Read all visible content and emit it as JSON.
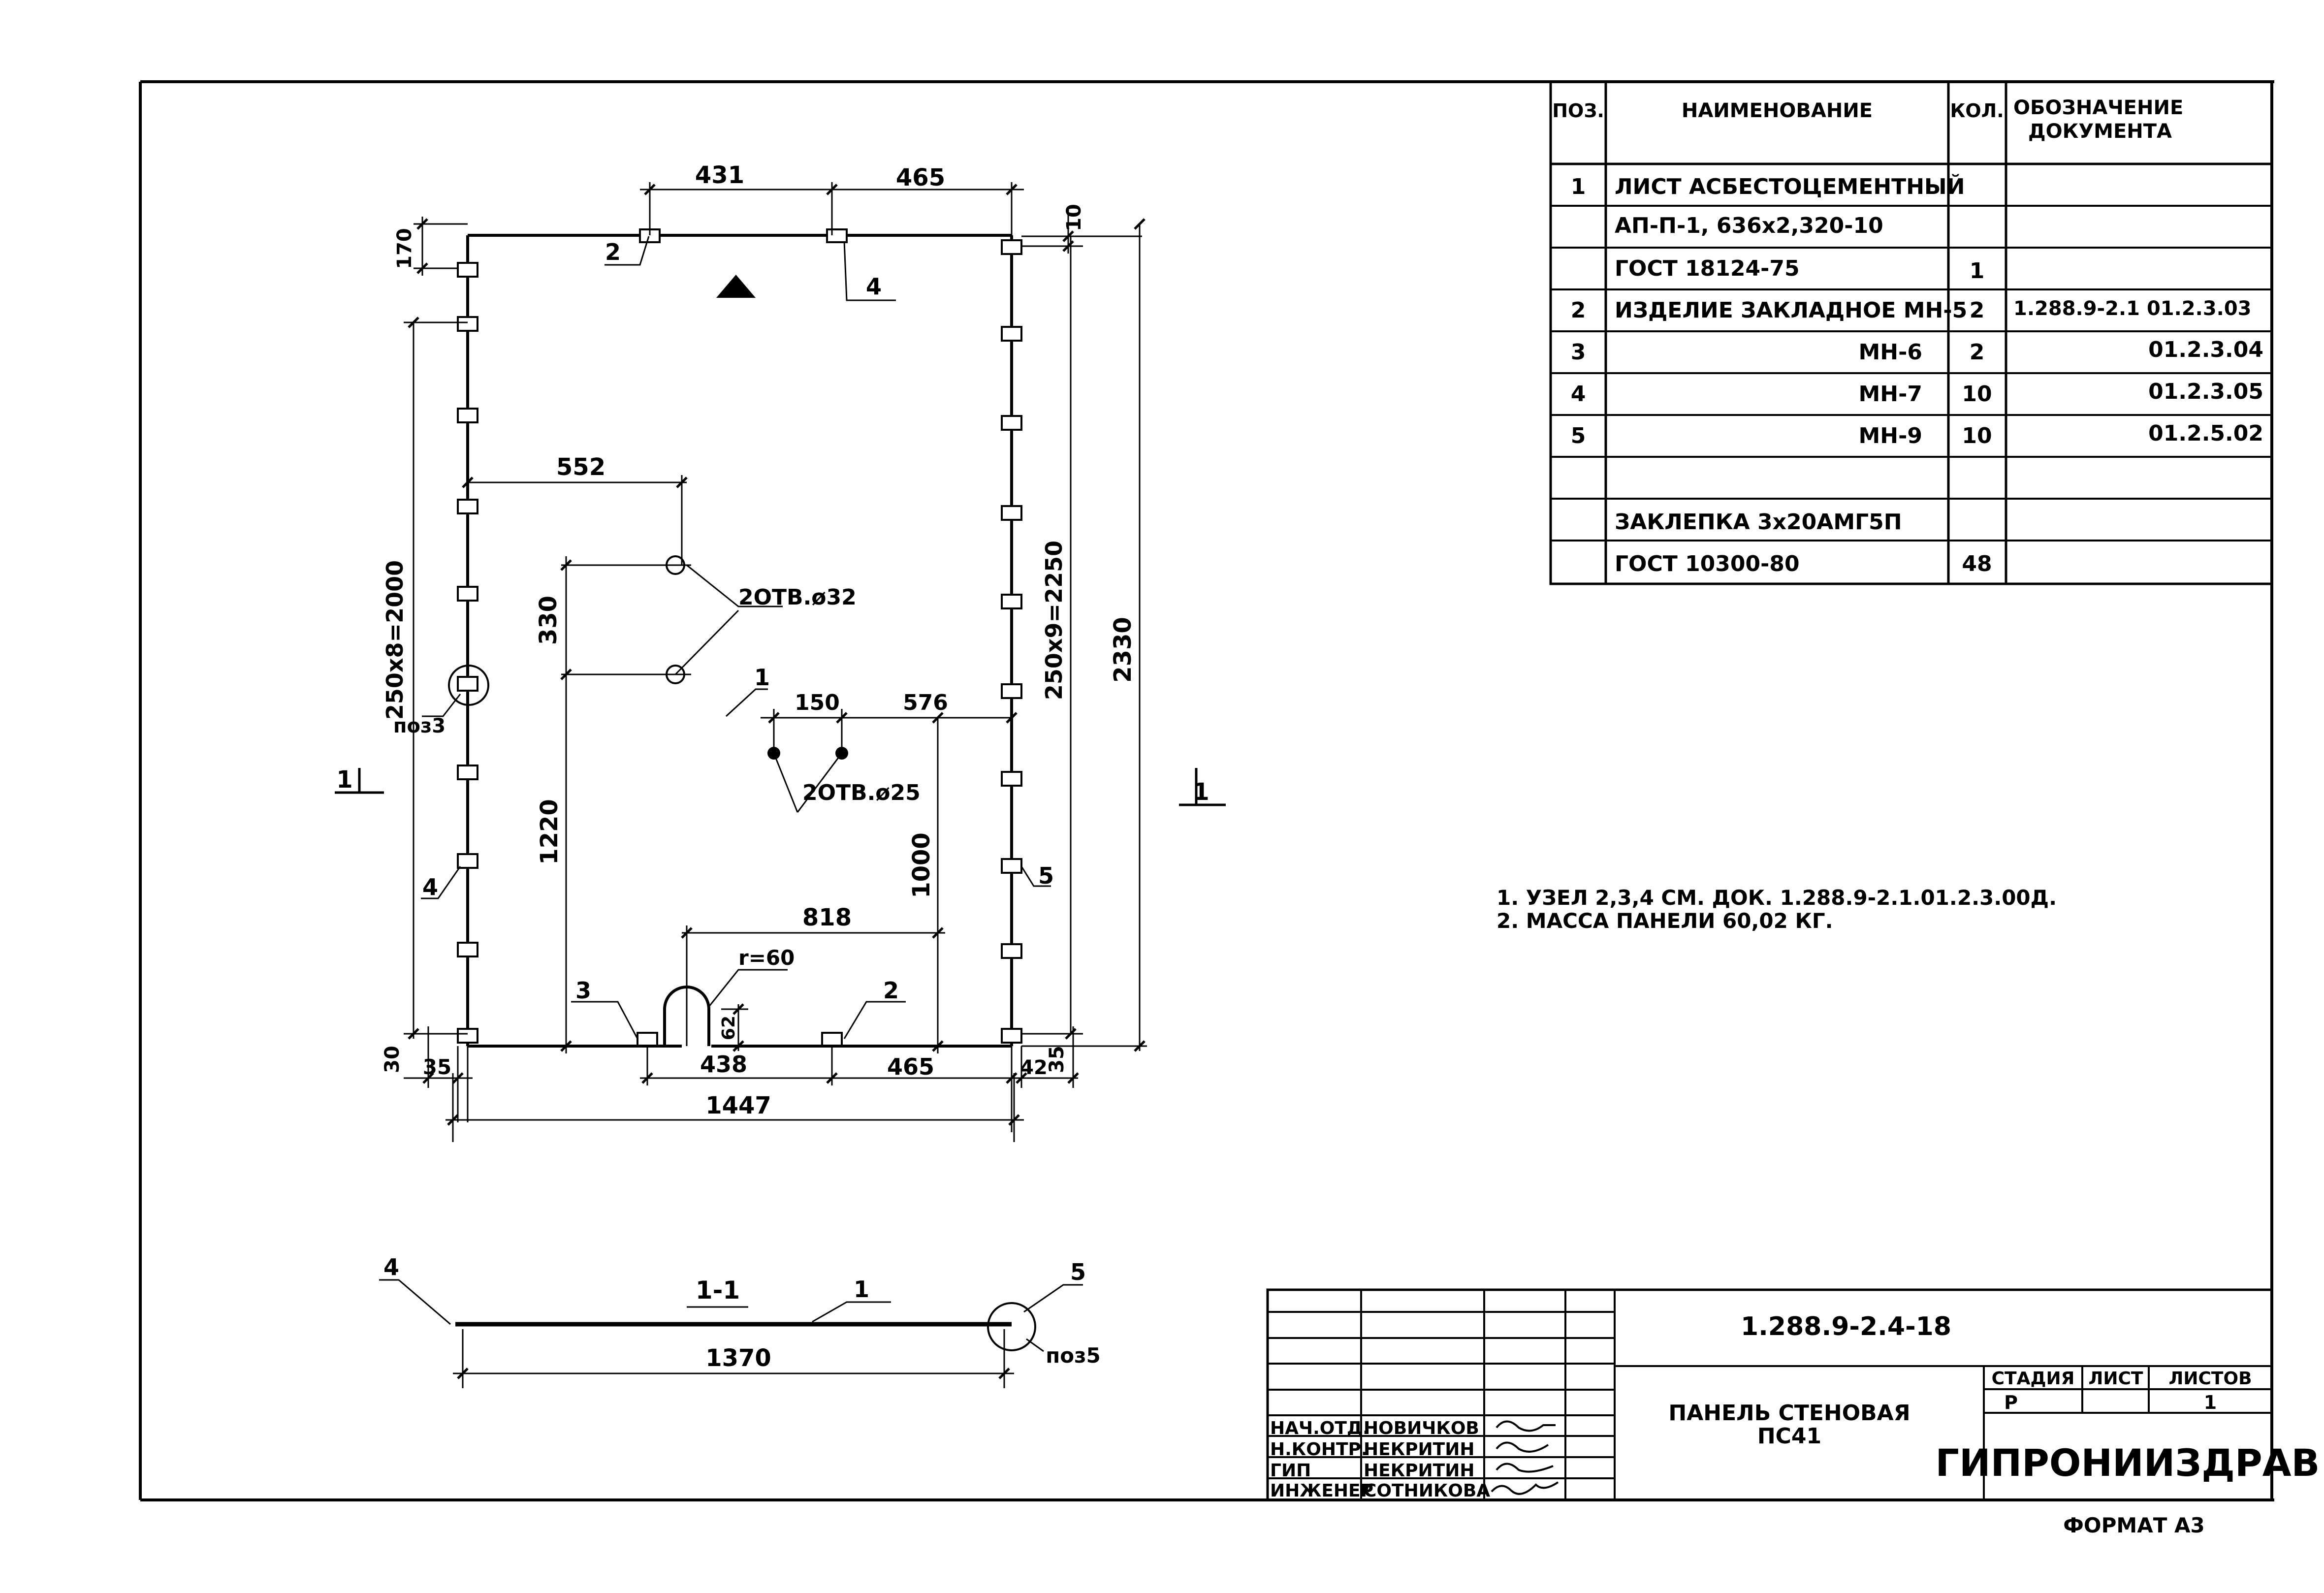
{
  "spec_table": {
    "headers": {
      "pos": "ПОЗ.",
      "name": "НАИМЕНОВАНИЕ",
      "qty": "КОЛ.",
      "doc_line1": "ОБОЗНАЧЕНИЕ",
      "doc_line2": "ДОКУМЕНТА"
    },
    "rows": [
      {
        "pos": "1",
        "name": "ЛИСТ АСБЕСТОЦЕМЕНТНЫЙ",
        "qty": "",
        "doc": ""
      },
      {
        "pos": "",
        "name": "АП-П-1, 636х2,320-10",
        "qty": "",
        "doc": ""
      },
      {
        "pos": "",
        "name": "ГОСТ 18124-75",
        "qty": "1",
        "doc": ""
      },
      {
        "pos": "2",
        "name": "ИЗДЕЛИЕ ЗАКЛАДНОЕ МН-5",
        "qty": "2",
        "doc": "1.288.9-2.1 01.2.3.03"
      },
      {
        "pos": "3",
        "name": "МН-6",
        "qty": "2",
        "doc": "01.2.3.04"
      },
      {
        "pos": "4",
        "name": "МН-7",
        "qty": "10",
        "doc": "01.2.3.05"
      },
      {
        "pos": "5",
        "name": "МН-9",
        "qty": "10",
        "doc": "01.2.5.02"
      },
      {
        "pos": "",
        "name": "",
        "qty": "",
        "doc": ""
      },
      {
        "pos": "",
        "name": "ЗАКЛЕПКА 3х20АМГ5П",
        "qty": "",
        "doc": ""
      },
      {
        "pos": "",
        "name": "ГОСТ 10300-80",
        "qty": "48",
        "doc": ""
      }
    ]
  },
  "notes": [
    "1. УЗЕЛ 2,3,4 СМ. ДОК. 1.288.9-2.1.01.2.3.00Д.",
    "2. МАССА ПАНЕЛИ 60,02 КГ."
  ],
  "dims": {
    "top_left": "431",
    "top_right": "465",
    "top_edge": "170",
    "top_right_edge": "10",
    "mid_552": "552",
    "holes_vert": "330",
    "holes_big_label": "2ОТВ.ø32",
    "left_chain": "250х8=2000",
    "right_chain": "250х9=2250",
    "overall_height": "2330",
    "d150": "150",
    "d576": "576",
    "holes_small_label": "2ОТВ.ø25",
    "d1220": "1220",
    "d1000": "1000",
    "d818": "818",
    "radius": "r=60",
    "d62": "62",
    "bottom_438": "438",
    "bottom_465": "465",
    "bot_30": "30",
    "bot_35_left": "35",
    "bot_42": "42",
    "bot_35_right": "35",
    "overall_width": "1447",
    "section_width": "1370"
  },
  "callouts": {
    "c2_top": "2",
    "c4_top": "4",
    "c1_mid": "1",
    "c4_left": "4",
    "c5_right": "5",
    "c3_bottom": "3",
    "c2_bottom": "2",
    "poz3": "поз3",
    "cut_left": "1",
    "cut_right": "1",
    "section_title": "1-1",
    "sec_left": "4",
    "sec_mid": "1",
    "sec_right": "5",
    "poz5": "поз5"
  },
  "title_block": {
    "doc_code": "1.288.9-2.4-18",
    "title_line1": "ПАНЕЛЬ СТЕНОВАЯ",
    "title_line2": "ПС41",
    "stage_header": "СТАДИЯ",
    "sheet_header": "ЛИСТ",
    "sheets_header": "ЛИСТОВ",
    "stage": "Р",
    "sheet_no": "",
    "sheets_total": "1",
    "organization": "ГИПРОНИИЗДРАВ",
    "signatures": [
      {
        "role": "НАЧ.ОТД.",
        "name": "НОВИЧКОВ"
      },
      {
        "role": "Н.КОНТР.",
        "name": "НЕКРИТИН"
      },
      {
        "role": "ГИП",
        "name": "НЕКРИТИН"
      },
      {
        "role": "ИНЖЕНЕР",
        "name": "СОТНИКОВА"
      }
    ]
  },
  "format_label": "ФОРМАТ А3"
}
